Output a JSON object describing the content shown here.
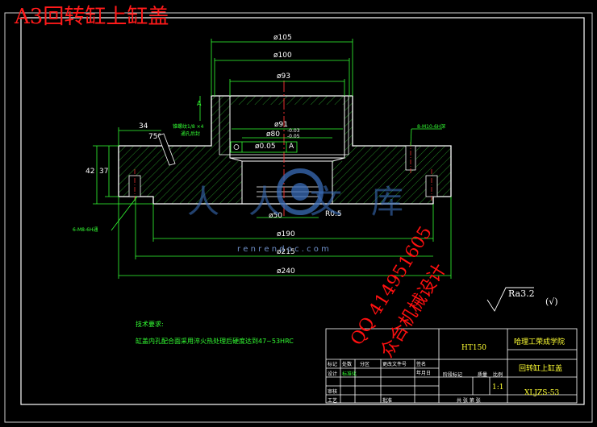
{
  "sheet_title": "A3回转缸上缸盖",
  "dimensions": {
    "d105": "ø105",
    "d100": "ø100",
    "d93": "ø93",
    "d91": "ø91",
    "d80": "ø80",
    "d80_tol_upper": "-0.03",
    "d80_tol_lower": "-0.05",
    "d50": "ø50",
    "d190": "ø190",
    "d215": "ø215",
    "d240": "ø240",
    "len34": "34",
    "angle75": "75°",
    "h42": "42",
    "h37": "37",
    "r05": "R0.5",
    "gtol_tolerance": "ø0.05",
    "gtol_datum": "A"
  },
  "annotations": {
    "left_hole_note": "锥螺纹1/8 ×4",
    "left_hole_note2": "通孔后封",
    "right_thread": "8-M10-6H深",
    "bottom_left_thread": "6-M8-6H通",
    "datum_label": "A"
  },
  "roughness": {
    "value": "Ra3.2",
    "check": "(√)"
  },
  "tech_requirements": {
    "title": "技术要求:",
    "text": "缸盖内孔配合面采用淬火热处理后硬度达到47~53HRC"
  },
  "title_block": {
    "material": "HT150",
    "school": "哈理工荣成学院",
    "part_name": "回转缸上缸盖",
    "drawing_no": "XLJZS-53",
    "scale": "1:1",
    "scale_header": "比例",
    "weight_header": "质量",
    "stage_header": "阶段标记",
    "sheet_info": "共 张 第 张",
    "design": "设计",
    "check": "审核",
    "process": "工艺",
    "std": "标准化",
    "approve": "批准",
    "mark": "标记",
    "count": "处数",
    "zone": "分区",
    "change_no": "更改文件号",
    "sign": "签名",
    "date": "年月日"
  },
  "watermarks": {
    "qq": "QQ 414951605",
    "studio": "众合机械设计",
    "site": "r e n r e n d o c . c o m",
    "logo_text": "人人文库"
  },
  "colors": {
    "background": "#000000",
    "outline": "#ffffff",
    "dimension": "#33ff33",
    "centerline": "#ff3333",
    "hatch": "#33cc33",
    "watermark_red": "#ff1010",
    "logo_blue": "#3a6db8"
  }
}
